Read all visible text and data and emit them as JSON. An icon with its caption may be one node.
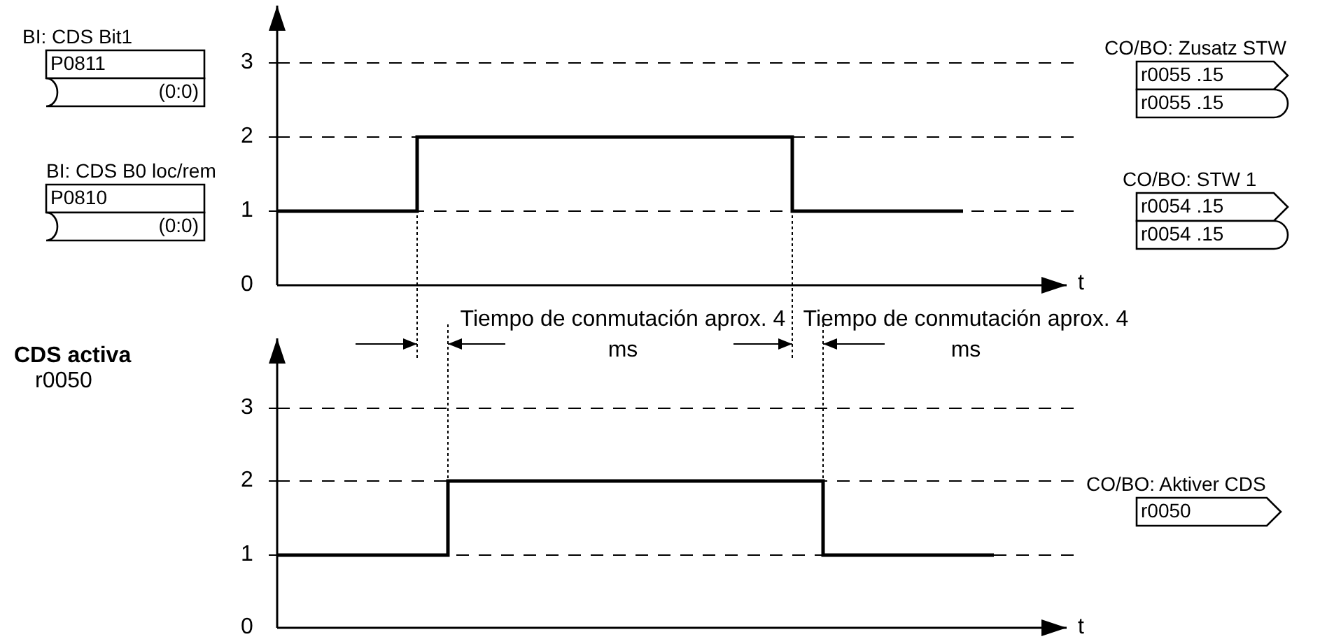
{
  "diagram": {
    "nodes": [
      {
        "text": [
          "BI: CDS Bit1",
          "P0811",
          "(0:0)"
        ]
      },
      {
        "text": [
          "BI: CDS B0 loc/rem",
          "P0810",
          "(0:0)"
        ]
      },
      {
        "text": [
          "CO/BO: Zusatz STW",
          "r0055 .15",
          "r0055 .15"
        ]
      },
      {
        "text": [
          "CO/BO: STW 1",
          "r0054 .15",
          "r0054 .15"
        ]
      },
      {
        "text": [
          "CO/BO: Aktiver CDS",
          "r0050"
        ]
      }
    ],
    "labels": [
      "3",
      "2",
      "1",
      "0",
      "t",
      "Tiempo de conmutación aprox. 4 ms",
      "Tiempo de conmutación aprox. 4 ms",
      "CDS activa",
      "r0050",
      "3",
      "2",
      "1",
      "0",
      "t"
    ]
  }
}
